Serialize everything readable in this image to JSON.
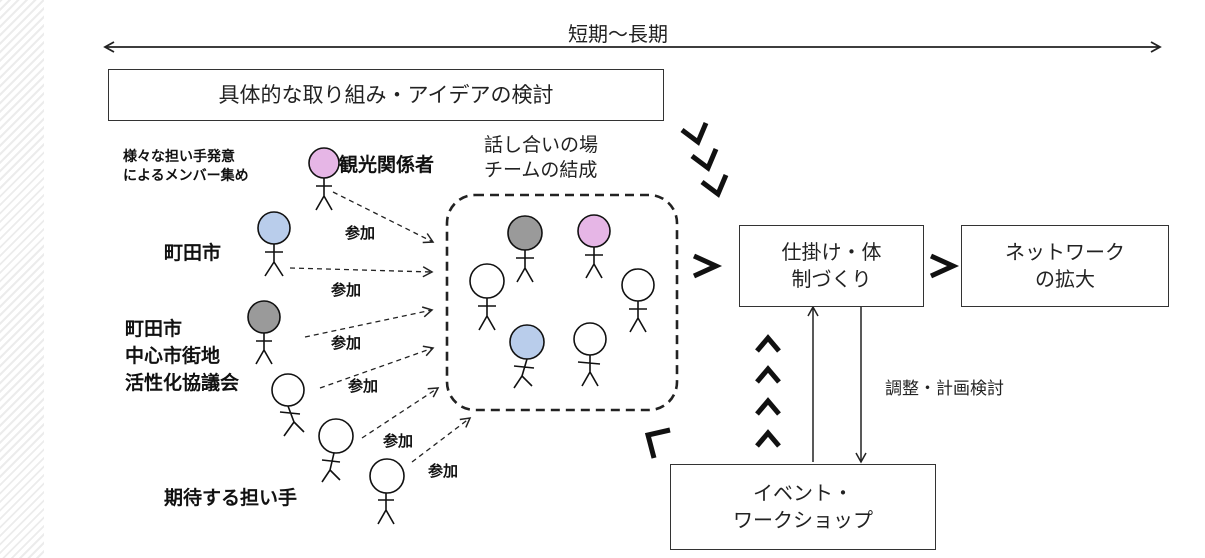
{
  "timeline_label": "短期〜長期",
  "top_box": "具体的な取り組み・アイデアの検討",
  "stakeholders": {
    "recruit_note": "様々な担い手発意\nによるメンバー集め",
    "tourism": "観光関係者",
    "machida_city": "町田市",
    "council": "町田市\n中心市街地\n活性化協議会",
    "expected": "期待する担い手"
  },
  "join_label": "参加",
  "forum_label": "話し合いの場\nチームの結成",
  "boxes": {
    "system": "仕掛け・体\n制づくり",
    "network": "ネットワーク\nの拡大",
    "event": "イベント・\nワークショップ"
  },
  "adjust_label": "調整・計画検討",
  "colors": {
    "pink": "#e6b6e6",
    "blue": "#b9cdeb",
    "gray": "#9a9a9a",
    "white": "#ffffff"
  }
}
